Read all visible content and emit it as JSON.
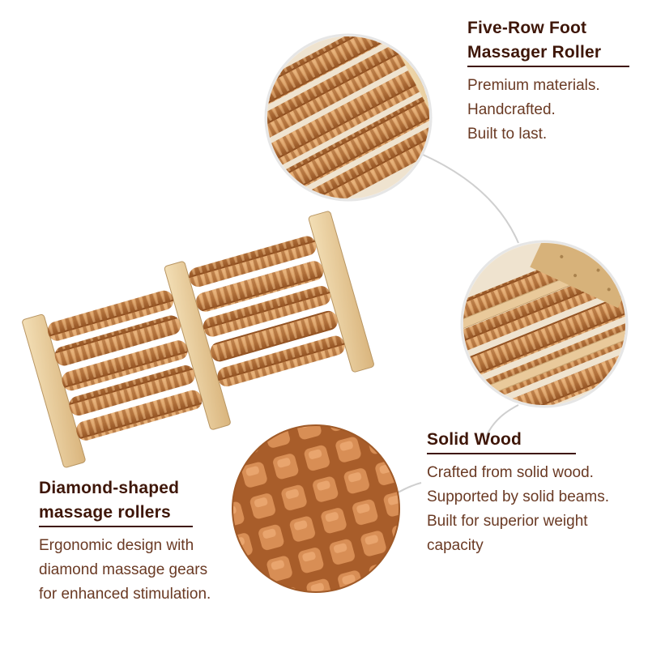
{
  "features": {
    "five_row": {
      "title_lines": [
        "Five-Row Foot",
        "Massager Roller"
      ],
      "desc_lines": [
        "Premium materials.",
        "Handcrafted.",
        "Built to last."
      ]
    },
    "solid_wood": {
      "title_lines": [
        "Solid Wood"
      ],
      "desc_lines": [
        "Crafted from solid wood.",
        "Supported by solid beams.",
        "Built for superior weight",
        "capacity"
      ]
    },
    "diamond": {
      "title_lines": [
        "Diamond-shaped",
        "massage rollers"
      ],
      "desc_lines": [
        "Ergonomic design with",
        "diamond massage gears",
        "for enhanced stimulation."
      ]
    }
  },
  "colors": {
    "heading": "#3e1608",
    "body_text": "#6a3a24",
    "wood_light": "#e8cc98",
    "roller": "#c98b52",
    "roller_dark": "#8a4a1c",
    "connector": "#c8c8c8"
  }
}
